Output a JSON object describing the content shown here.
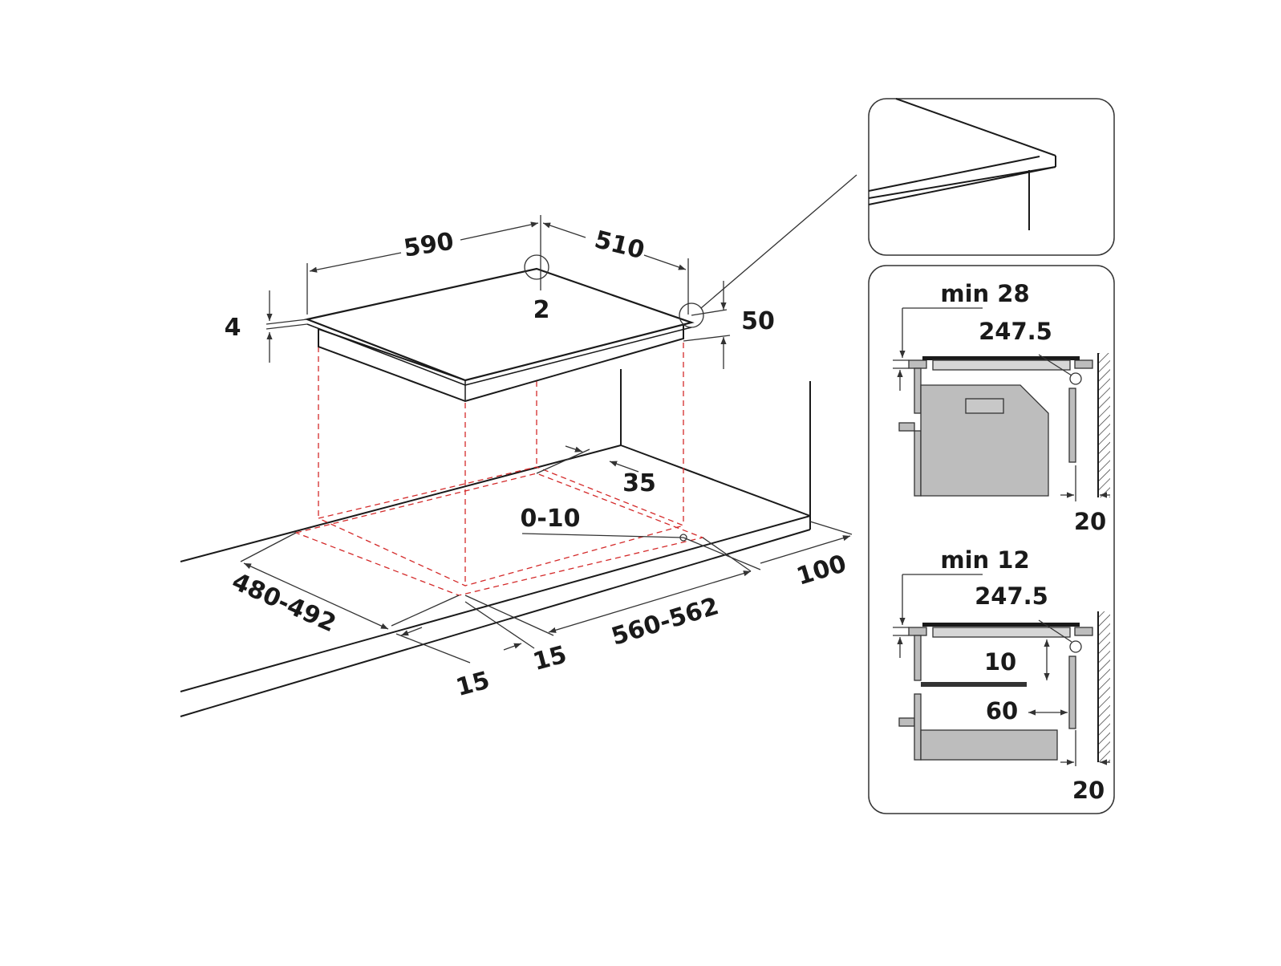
{
  "colors": {
    "line": "#1a1a1a",
    "cutout_guide": "#d42a2a",
    "part_fill": "#bdbdbd",
    "background": "#ffffff"
  },
  "main": {
    "width": "590",
    "depth": "510",
    "edge_gap": "2",
    "glass_thickness": "4",
    "height": "50",
    "cutout_depth": "480-492",
    "cutout_width": "560-562",
    "wall_distance": "100",
    "back_margin": "35",
    "side_margin": "0-10",
    "front_margin_a": "15",
    "front_margin_b": "15"
  },
  "panel_top": {
    "clearance": "min 28",
    "distance": "247.5",
    "side_gap": "20"
  },
  "panel_bottom": {
    "clearance": "min 12",
    "distance": "247.5",
    "shelf_gap": "10",
    "shelf_back": "60",
    "side_gap": "20"
  }
}
